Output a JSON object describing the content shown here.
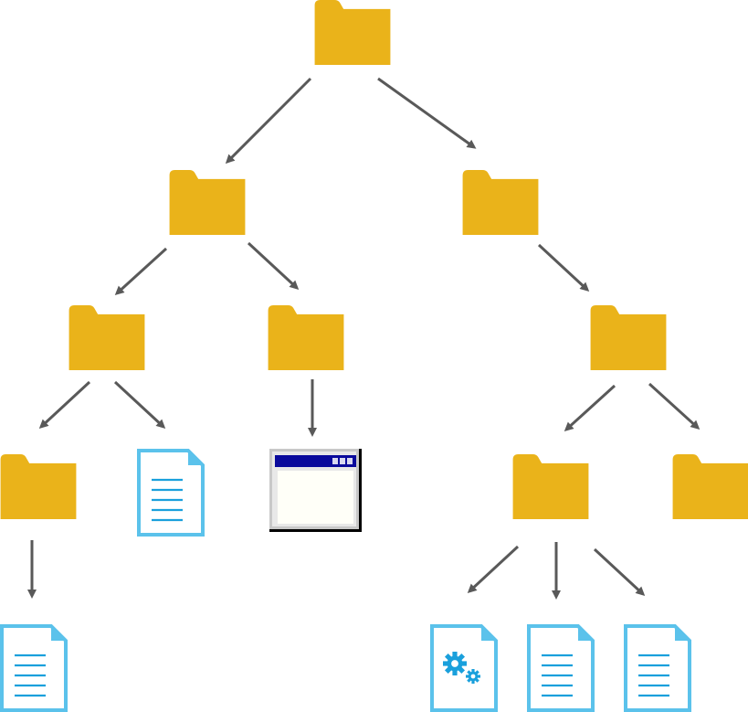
{
  "diagram": {
    "title": "",
    "colors": {
      "folder": "#EAB31A",
      "arrow": "#595959",
      "doc_stroke": "#5BC2EB",
      "doc_lines": "#1AA0DC",
      "gear": "#1AA0DC",
      "window_title": "#0A0A9C"
    },
    "nodes": [
      {
        "id": "root",
        "type": "folder"
      },
      {
        "id": "left",
        "type": "folder"
      },
      {
        "id": "right",
        "type": "folder"
      },
      {
        "id": "left-left",
        "type": "folder"
      },
      {
        "id": "left-right",
        "type": "folder"
      },
      {
        "id": "right-child",
        "type": "folder"
      },
      {
        "id": "ll-folder",
        "type": "folder"
      },
      {
        "id": "ll-doc",
        "type": "text-document"
      },
      {
        "id": "lr-window",
        "type": "application-window"
      },
      {
        "id": "rc-folder",
        "type": "folder"
      },
      {
        "id": "rc-folder2",
        "type": "folder"
      },
      {
        "id": "llf-doc",
        "type": "text-document"
      },
      {
        "id": "rcf-config",
        "type": "settings-document"
      },
      {
        "id": "rcf-doc1",
        "type": "text-document"
      },
      {
        "id": "rcf-doc2",
        "type": "text-document"
      }
    ],
    "edges": [
      {
        "from": "root",
        "to": "left"
      },
      {
        "from": "root",
        "to": "right"
      },
      {
        "from": "left",
        "to": "left-left"
      },
      {
        "from": "left",
        "to": "left-right"
      },
      {
        "from": "right",
        "to": "right-child"
      },
      {
        "from": "left-left",
        "to": "ll-folder"
      },
      {
        "from": "left-left",
        "to": "ll-doc"
      },
      {
        "from": "left-right",
        "to": "lr-window"
      },
      {
        "from": "right-child",
        "to": "rc-folder"
      },
      {
        "from": "right-child",
        "to": "rc-folder2"
      },
      {
        "from": "ll-folder",
        "to": "llf-doc"
      },
      {
        "from": "rc-folder",
        "to": "rcf-config"
      },
      {
        "from": "rc-folder",
        "to": "rcf-doc1"
      },
      {
        "from": "rc-folder",
        "to": "rcf-doc2"
      }
    ]
  }
}
